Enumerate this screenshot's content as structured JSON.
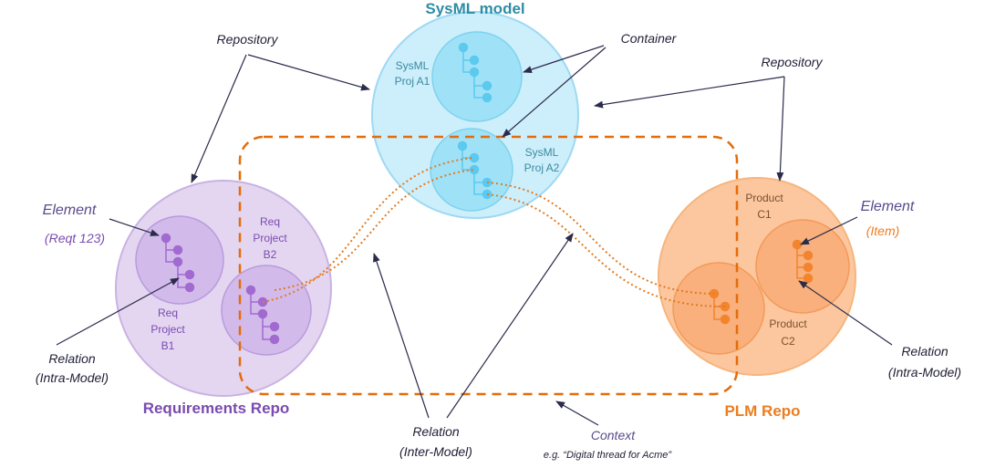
{
  "colors": {
    "sysml_fill": "#cdeefb",
    "sysml_stroke": "#9ed9f2",
    "sysml_proj_fill": "#9fe2f7",
    "sysml_node": "#5cc9ef",
    "sysml_title": "#2e8ea5",
    "sysml_text": "#3b8aa0",
    "req_fill": "#e4d6f1",
    "req_stroke": "#c9b2e2",
    "req_proj_fill": "#d2bbeb",
    "req_node": "#a26ad0",
    "req_title": "#7a4bb0",
    "req_text": "#7a4bb0",
    "plm_fill": "#fcc79e",
    "plm_stroke": "#f6b57e",
    "plm_proj_fill": "#f9b07c",
    "plm_node": "#f3842e",
    "plm_title": "#ec7d1f",
    "plm_text": "#7a5030",
    "context_dash": "#e46c0a",
    "connector": "#e07b22",
    "arrow": "#2b2b4b",
    "callout": "#5a4b8b",
    "body_text": "#1f1f35"
  },
  "titles": {
    "sysml": "SysML model",
    "req": "Requirements Repo",
    "plm": "PLM Repo"
  },
  "projects": {
    "sysml_a1": [
      "SysML",
      "Proj A1"
    ],
    "sysml_a2": [
      "SysML",
      "Proj A2"
    ],
    "req_b2": [
      "Req",
      "Project",
      "B2"
    ],
    "req_b1": [
      "Req",
      "Project",
      "B1"
    ],
    "plm_c1": [
      "Product",
      "C1"
    ],
    "plm_c2": [
      "Product",
      "C2"
    ]
  },
  "labels": {
    "repository_left": "Repository",
    "repository_right": "Repository",
    "container": "Container",
    "element_left": "Element",
    "element_left_sub": "(Reqt 123)",
    "element_right": "Element",
    "element_right_sub": "(Item)",
    "relation_left": "Relation",
    "relation_left_sub": "(Intra-Model)",
    "relation_right": "Relation",
    "relation_right_sub": "(Intra-Model)",
    "relation_inter": "Relation",
    "relation_inter_sub": "(Inter-Model)",
    "context": "Context",
    "context_sub": "e.g. “Digital thread for Acme”"
  }
}
